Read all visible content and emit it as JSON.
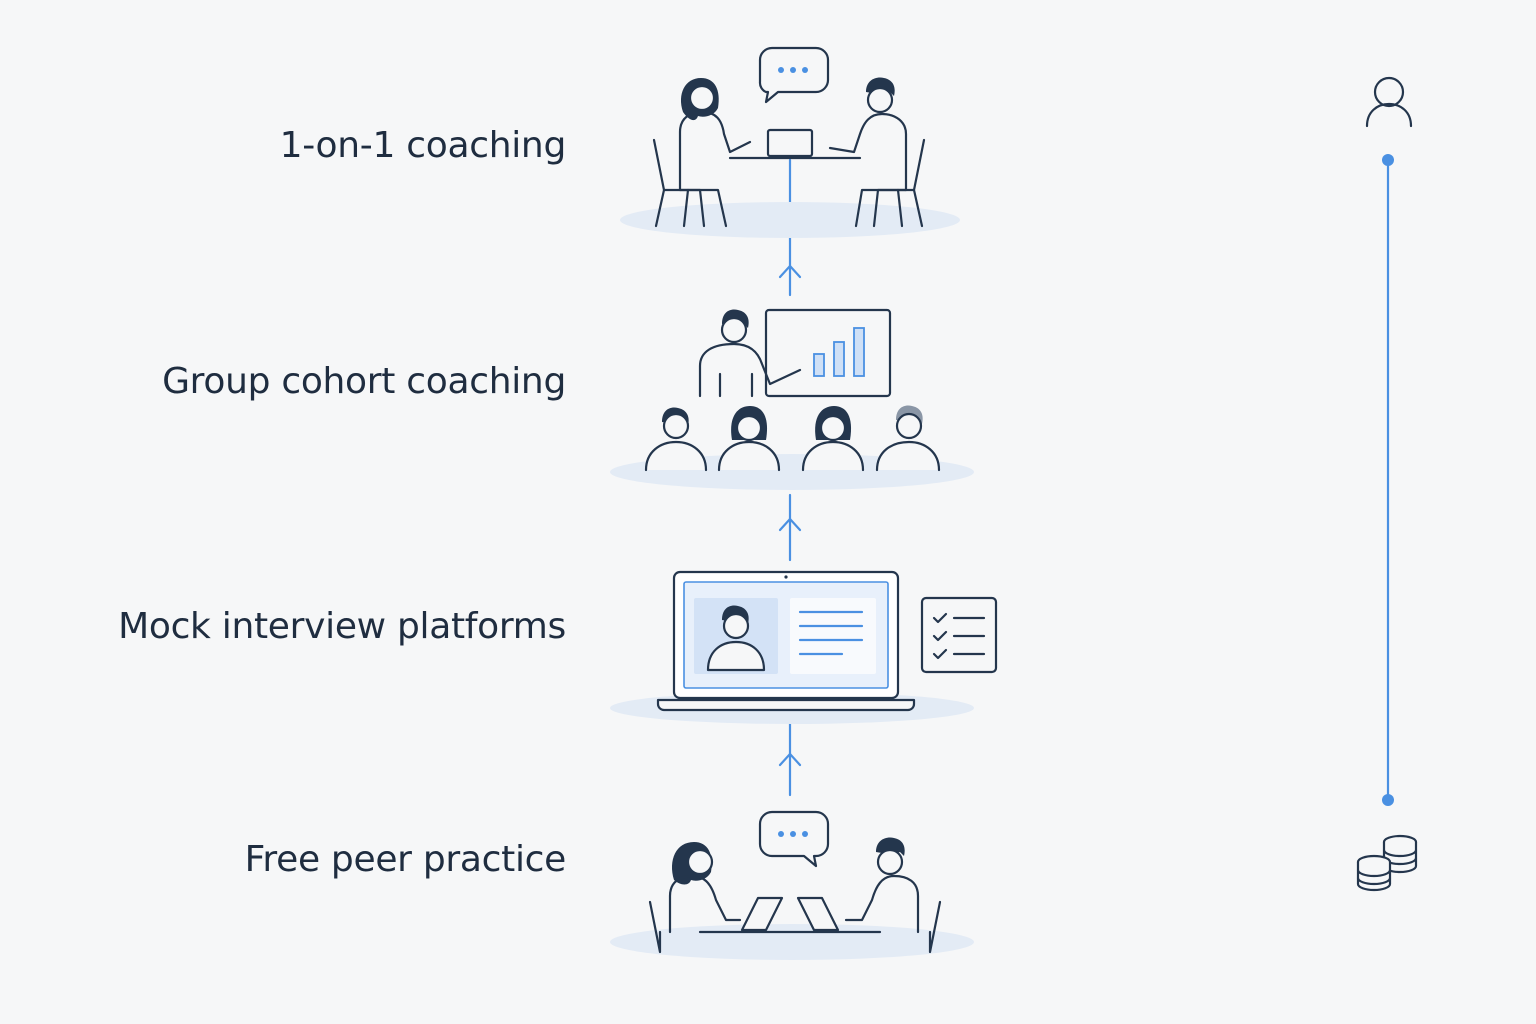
{
  "tiers": [
    {
      "label": "1-on-1 coaching",
      "illustration": "two-people-at-table-with-laptop"
    },
    {
      "label": "Group cohort coaching",
      "illustration": "presenter-with-chart-and-audience"
    },
    {
      "label": "Mock interview platforms",
      "illustration": "laptop-with-video-call"
    },
    {
      "label": "Free peer practice",
      "illustration": "two-people-with-laptops"
    }
  ],
  "scale": {
    "top_icon": "person-icon",
    "bottom_icon": "coins-icon"
  },
  "colors": {
    "accent": "#4a90e2",
    "ink": "#24364d",
    "background": "#f6f7f8",
    "label": "#1f2d40"
  }
}
